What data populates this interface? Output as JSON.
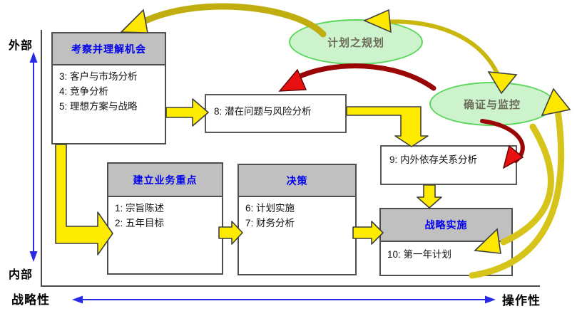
{
  "diagram": {
    "axis": {
      "outer_label": "外部",
      "inner_label": "内部",
      "strategic_label": "战略性",
      "operational_label": "操作性"
    },
    "process_boxes": [
      {
        "header": "考察并理解机会",
        "items": [
          "3: 客户与市场分析",
          "4: 竞争分析",
          "5: 理想方案与战略"
        ]
      },
      {
        "header": "建立业务重点",
        "items": [
          "1: 宗旨陈述",
          "2: 五年目标"
        ]
      },
      {
        "header": "决策",
        "items": [
          "6: 计划实施",
          "7: 财务分析"
        ]
      },
      {
        "header": "战略实施",
        "items": [
          "10: 第一年计划"
        ]
      }
    ],
    "analysis_boxes": [
      {
        "label": "8: 潜在问题与风险分析"
      },
      {
        "label": "9: 内外依存关系分析"
      }
    ],
    "ellipses": [
      {
        "label": "计划之规划"
      },
      {
        "label": "确证与监控"
      }
    ],
    "colors": {
      "header_fill": "#c0c0c0",
      "header_text": "#0000ee",
      "yellow_arrow": "#ffeb00",
      "olive_ribbon": "#c9b70e",
      "red_arrow": "#e81010",
      "ellipse_fill": "#cdf3cd",
      "ellipse_border": "#5ad65a",
      "axis_arrow_blue": "#2a2ae6"
    }
  }
}
